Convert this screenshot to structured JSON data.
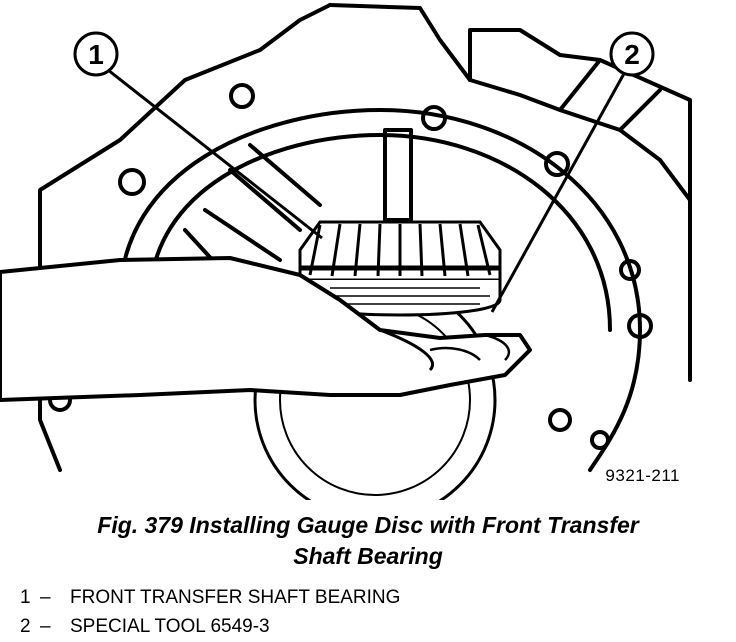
{
  "figure": {
    "ref_code": "9321-211",
    "callouts": [
      "1",
      "2"
    ]
  },
  "caption": {
    "line1": "Fig. 379 Installing Gauge Disc with Front Transfer",
    "line2": "Shaft Bearing"
  },
  "legend": [
    {
      "num": "1",
      "dash": "–",
      "text": "FRONT TRANSFER SHAFT BEARING"
    },
    {
      "num": "2",
      "dash": "–",
      "text": "SPECIAL TOOL 6549-3"
    }
  ]
}
